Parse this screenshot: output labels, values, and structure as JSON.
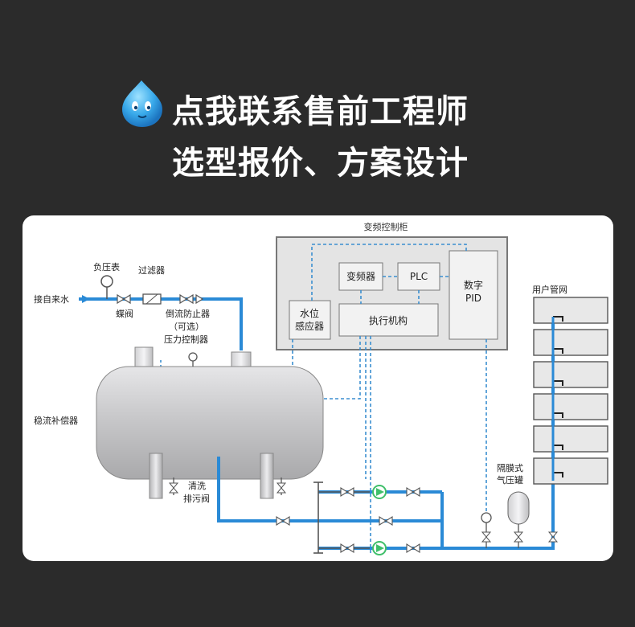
{
  "banner": {
    "mascot_icon": "water-drop-mascot-icon",
    "line1": "点我联系售前工程师",
    "line2": "选型报价、方案设计"
  },
  "diagram": {
    "cabinet_title": "变频控制柜",
    "inverter": "变频器",
    "plc": "PLC",
    "pid_line1": "数字",
    "pid_line2": "PID",
    "level_sensor_line1": "水位",
    "level_sensor_line2": "感应器",
    "actuator": "执行机构",
    "vacuum_gauge": "负压表",
    "filter": "过滤器",
    "inlet": "接自来水",
    "butterfly_valve": "蝶阀",
    "backflow_line1": "倒流防止器",
    "backflow_line2": "（可选）",
    "pressure_controller": "压力控制器",
    "tank": "稳流补偿器",
    "drain_line1": "清洗",
    "drain_line2": "排污阀",
    "user_network": "用户管网",
    "diaphragm_line1": "隔膜式",
    "diaphragm_line2": "气压罐"
  },
  "colors": {
    "background": "#2b2b2b",
    "pipe": "#2a8ad6",
    "control_line": "#3b8fd0",
    "cabinet": "#e4e4e4",
    "pump": "#3fbf6a",
    "tank": "#c6c6c8"
  }
}
